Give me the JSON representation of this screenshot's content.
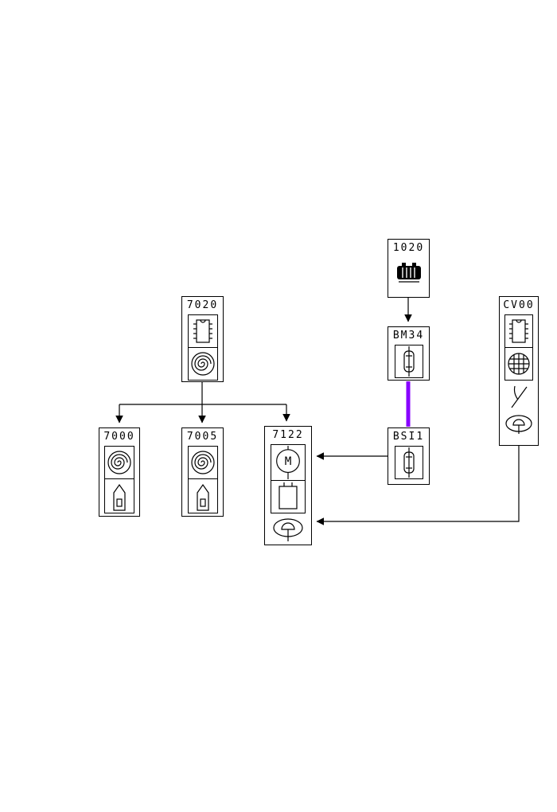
{
  "diagram": {
    "background": "#ffffff",
    "line_color": "#000000",
    "highlight_color": "#8800ff"
  },
  "nodes": {
    "1020": {
      "label": "1020",
      "icon": "alternator-icon"
    },
    "BM34": {
      "label": "BM34",
      "icon": "fuse-icon"
    },
    "BSI1": {
      "label": "BSI1",
      "icon": "fuse-icon"
    },
    "CV00": {
      "label": "CV00",
      "icons": [
        "chip-icon",
        "fan-icon",
        "junction-icon",
        "horn-icon"
      ]
    },
    "7020": {
      "label": "7020",
      "icons": [
        "chip-icon",
        "coil-icon"
      ]
    },
    "7000": {
      "label": "7000",
      "icons": [
        "coil-icon",
        "connector-icon"
      ]
    },
    "7005": {
      "label": "7005",
      "icons": [
        "coil-icon",
        "connector-icon"
      ]
    },
    "7122": {
      "label": "7122",
      "icons": [
        "motor-icon",
        "relay-icon",
        "horn-icon"
      ]
    }
  },
  "icons": {
    "motor_letter": "M"
  },
  "connections": [
    {
      "from": "1020",
      "to": "BM34",
      "type": "arrow"
    },
    {
      "from": "BM34",
      "to": "BSI1",
      "type": "highlighted-wire",
      "color": "#8800ff"
    },
    {
      "from": "BSI1",
      "to": "7122",
      "type": "arrow"
    },
    {
      "from": "CV00",
      "to": "7122",
      "type": "arrow"
    },
    {
      "from": "7020",
      "to": "7000",
      "type": "arrow"
    },
    {
      "from": "7020",
      "to": "7005",
      "type": "arrow"
    },
    {
      "from": "7020",
      "to": "7122",
      "type": "arrow"
    }
  ]
}
